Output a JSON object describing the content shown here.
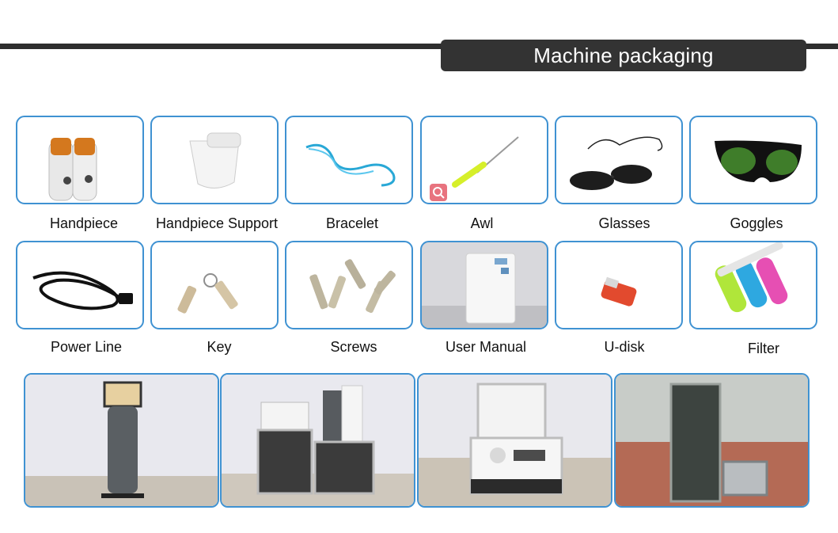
{
  "banner": {
    "title": "Machine packaging"
  },
  "items": [
    {
      "label": "Handpiece",
      "icon": "handpiece-icon"
    },
    {
      "label": "Handpiece Support",
      "icon": "handpiece-support-icon"
    },
    {
      "label": "Bracelet",
      "icon": "bracelet-icon"
    },
    {
      "label": "Awl",
      "icon": "awl-icon"
    },
    {
      "label": "Glasses",
      "icon": "glasses-icon"
    },
    {
      "label": "Goggles",
      "icon": "goggles-icon"
    },
    {
      "label": "Power Line",
      "icon": "power-line-icon"
    },
    {
      "label": "Key",
      "icon": "key-icon"
    },
    {
      "label": "Screws",
      "icon": "screws-icon"
    },
    {
      "label": "User Manual",
      "icon": "user-manual-icon"
    },
    {
      "label": "U-disk",
      "icon": "u-disk-icon"
    },
    {
      "label": "Filter",
      "icon": "filter-icon"
    }
  ],
  "colors": {
    "frame_blue": "#3f92d2",
    "banner_dark": "#333333",
    "zoom_badge": "#e8737f"
  }
}
